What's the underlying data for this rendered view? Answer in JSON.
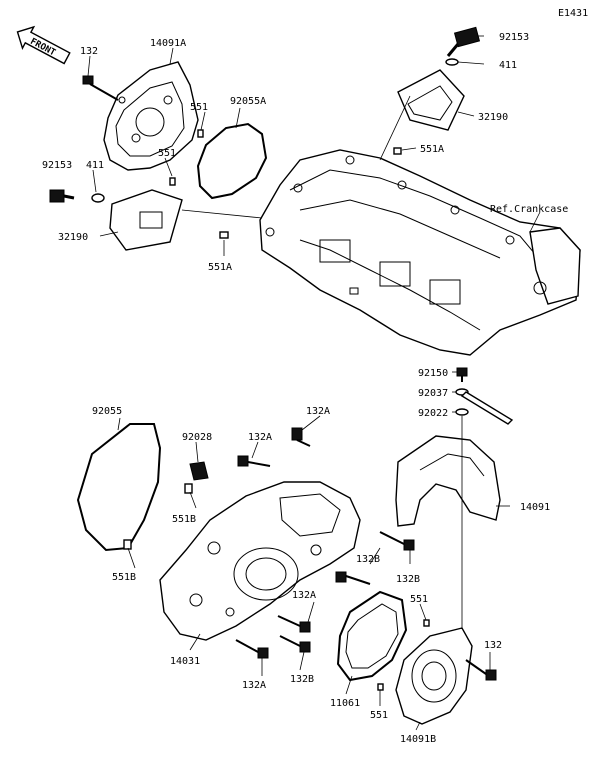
{
  "diagram_id": "E1431",
  "front_label": "FRONT",
  "colors": {
    "ink": "#000000",
    "paper": "#ffffff"
  },
  "labels": {
    "l_132_top": "132",
    "l_14091A": "14091A",
    "l_92153_top": "92153",
    "l_411_top": "411",
    "l_32190_top": "32190",
    "l_551_a": "551",
    "l_92055A": "92055A",
    "l_551_b": "551",
    "l_92153_left": "92153",
    "l_411_left": "411",
    "l_32190_left": "32190",
    "l_551A_top": "551A",
    "l_ref": "Ref.Crankcase",
    "l_551A_left": "551A",
    "l_92150": "92150",
    "l_92037": "92037",
    "l_92022": "92022",
    "l_92055": "92055",
    "l_132A_1": "132A",
    "l_92028": "92028",
    "l_132A_2": "132A",
    "l_14091": "14091",
    "l_551B_1": "551B",
    "l_132B_1": "132B",
    "l_132B_2": "132B",
    "l_551B_2": "551B",
    "l_551_c": "551",
    "l_132A_3": "132A",
    "l_132_right": "132",
    "l_14031": "14031",
    "l_132A_4": "132A",
    "l_132B_3": "132B",
    "l_11061": "11061",
    "l_551_d": "551",
    "l_14091B": "14091B"
  }
}
